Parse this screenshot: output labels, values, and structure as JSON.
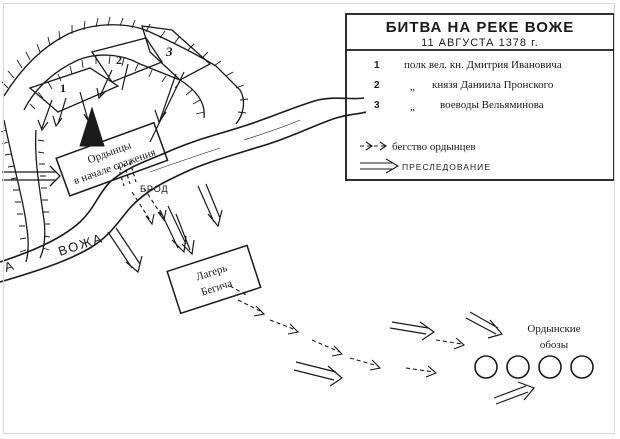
{
  "legend": {
    "title": "БИТВА НА РЕКЕ ВОЖЕ",
    "date": "11 АВГУСТА 1378 г.",
    "units": [
      {
        "num": "1",
        "text": "полк вел. кн. Дмитрия Ивановича"
      },
      {
        "num": "2",
        "text": "князя Даниила Пронского"
      },
      {
        "num": "3",
        "text": "воеводы Вельяминова"
      }
    ],
    "ditto": "„",
    "flight_text": "бегство ордынцев",
    "pursuit_text": "ПРЕСЛЕДОВАНИЕ"
  },
  "map": {
    "unit_numbers": [
      "1",
      "2",
      "3"
    ],
    "river_label": "ВОЖА",
    "river_label_left": "А",
    "ford_label": "БРОД",
    "horde_box": [
      "Ордынцы",
      "в начале сражения"
    ],
    "camp_box": [
      "Лагерь",
      "Бегича"
    ],
    "wagons_label": [
      "Ордынские",
      "обозы"
    ],
    "wagons_count": 4
  },
  "colors": {
    "ink": "#1a1a1a",
    "paper": "#ffffff"
  }
}
